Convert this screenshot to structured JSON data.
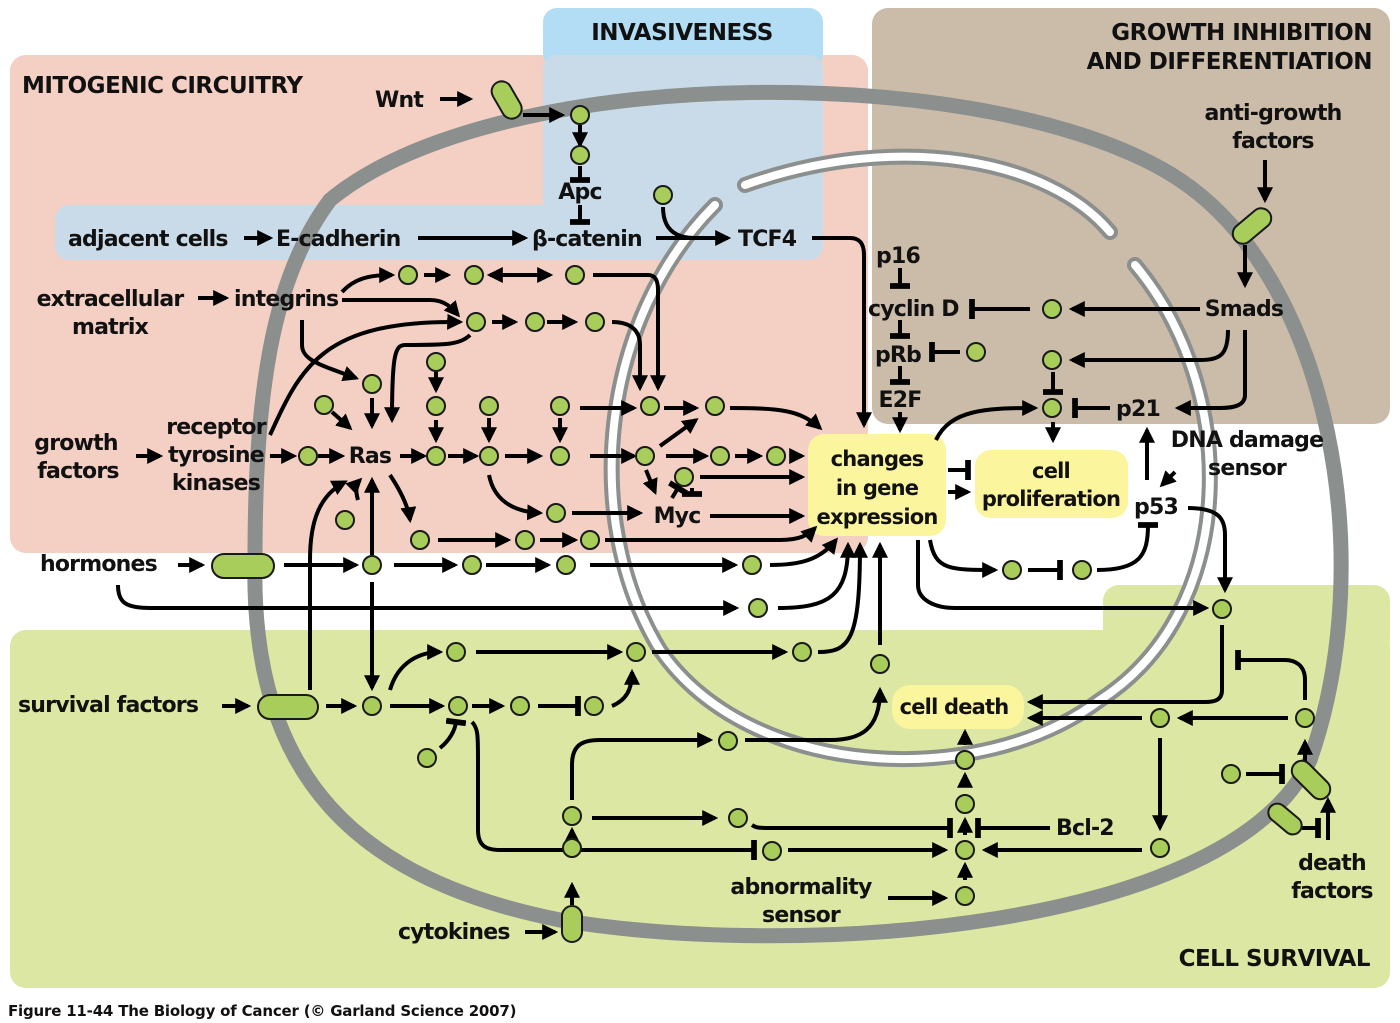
{
  "figure": {
    "caption": "Figure 11-44  The Biology of Cancer (© Garland Science 2007)"
  },
  "colors": {
    "mitogenic": "#f3cfc4",
    "invasiveness": "#c9dbe9",
    "invasiveness_header": "#b3dcf5",
    "growth_inhibition": "#cbbca9",
    "cell_survival": "#dbe7a2",
    "outcome": "#fbf59d",
    "node": "#a8cd5a",
    "membrane": "#8b8f8d"
  },
  "regions": {
    "mitogenic": "MITOGENIC CIRCUITRY",
    "invasiveness": "INVASIVENESS",
    "growth_inhibition_line1": "GROWTH INHIBITION",
    "growth_inhibition_line2": "AND DIFFERENTIATION",
    "cell_survival": "CELL SURVIVAL"
  },
  "inputs": {
    "wnt": "Wnt",
    "adjacent_cells": "adjacent cells",
    "extracellular_matrix_1": "extracellular",
    "extracellular_matrix_2": "matrix",
    "growth_factors_1": "growth",
    "growth_factors_2": "factors",
    "hormones": "hormones",
    "survival_factors": "survival factors",
    "cytokines": "cytokines",
    "anti_growth_1": "anti-growth",
    "anti_growth_2": "factors",
    "death_factors_1": "death",
    "death_factors_2": "factors",
    "dna_damage_1": "DNA damage",
    "dna_damage_2": "sensor",
    "abnormality_1": "abnormality",
    "abnormality_2": "sensor"
  },
  "molecules": {
    "e_cadherin": "E-cadherin",
    "beta_catenin": "β-catenin",
    "apc": "Apc",
    "tcf4": "TCF4",
    "integrins": "integrins",
    "rtk_1": "receptor",
    "rtk_2": "tyrosine",
    "rtk_3": "kinases",
    "ras": "Ras",
    "myc": "Myc",
    "p16": "p16",
    "cyclin_d": "cyclin D",
    "prb": "pRb",
    "e2f": "E2F",
    "smads": "Smads",
    "p21": "p21",
    "p53": "p53",
    "bcl2": "Bcl-2"
  },
  "outcomes": {
    "gene_expression_1": "changes",
    "gene_expression_2": "in gene",
    "gene_expression_3": "expression",
    "cell_proliferation_1": "cell",
    "cell_proliferation_2": "proliferation",
    "cell_death": "cell death"
  }
}
